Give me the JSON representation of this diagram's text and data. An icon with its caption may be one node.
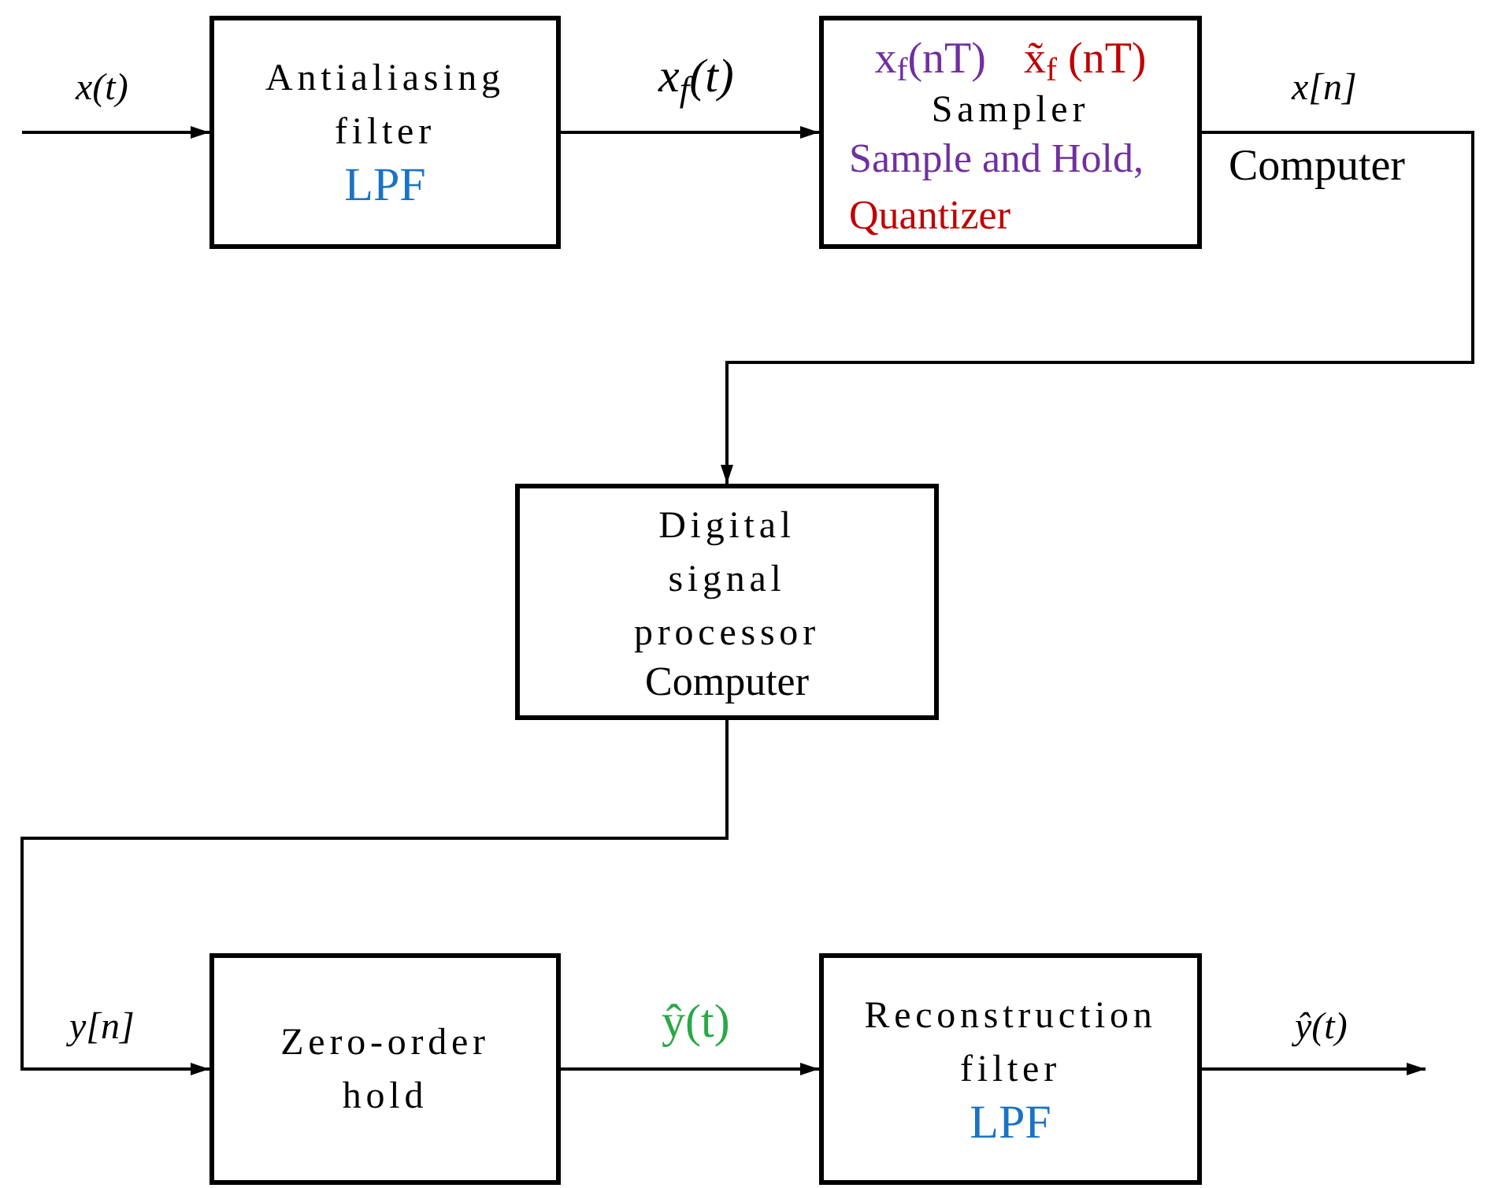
{
  "diagram": {
    "nodes": [
      {
        "text": [
          "Antialiasing filter",
          "LPF"
        ]
      },
      {
        "text": [
          "x$_{f}$(nT)",
          "x̃$_{f}$ (nT)",
          "Sampler",
          "Sample and Hold,",
          "Quantizer"
        ]
      },
      {
        "text": [
          "Digital signal processor",
          "Computer"
        ]
      },
      {
        "text": [
          "Zero-order hold"
        ]
      },
      {
        "text": [
          "Reconstruction filter",
          "LPF"
        ]
      }
    ],
    "edges": [
      {
        "from": null,
        "to": 0,
        "arrow": "to",
        "label": "x(t)"
      },
      {
        "from": 0,
        "to": 1,
        "arrow": "to",
        "label": "x$_{f}$(t)"
      },
      {
        "from": 1,
        "to": 2,
        "arrow": "to",
        "label": "x[n]"
      },
      {
        "from": 2,
        "to": 3,
        "arrow": "to",
        "label": "y[n]"
      },
      {
        "from": 3,
        "to": 4,
        "arrow": "to",
        "label": "ŷ(t)"
      },
      {
        "from": 4,
        "to": null,
        "arrow": "to",
        "label": "ŷ(t)"
      }
    ],
    "labels": [
      "Computer"
    ]
  }
}
